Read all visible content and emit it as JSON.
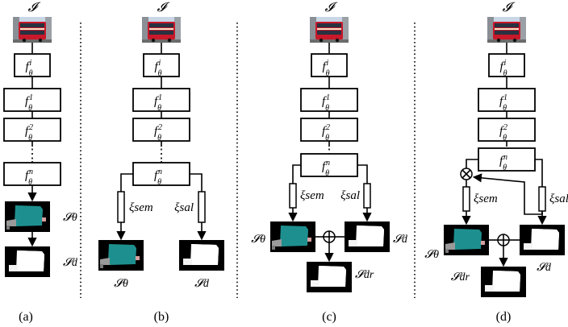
{
  "panels": [
    {
      "caption": "(a)",
      "top_label": "𝓘",
      "blocks": [
        "f_θ^i",
        "f_θ^1",
        "f_θ^2",
        "f_θ^n"
      ],
      "ellipsis": "⋮",
      "outputs": {
        "S_theta": "𝓢θ",
        "S_d": "𝓢d"
      }
    },
    {
      "caption": "(b)",
      "top_label": "𝓘",
      "blocks": [
        "f_θ^i",
        "f_θ^1",
        "f_θ^2",
        "f_θ^n"
      ],
      "ellipsis": "⋮",
      "branches": {
        "xi_sem": "ξsem",
        "xi_sal": "ξsal"
      },
      "outputs": {
        "S_theta": "𝓢θ",
        "S_d": "𝓢d"
      }
    },
    {
      "caption": "(c)",
      "top_label": "𝓘",
      "blocks": [
        "f_θ^i",
        "f_θ^1",
        "f_θ^2",
        "f_θ^n"
      ],
      "ellipsis": "⋮",
      "branches": {
        "xi_sem": "ξsem",
        "xi_sal": "ξsal"
      },
      "outputs": {
        "S_theta": "𝓢θ",
        "S_d": "𝓢d",
        "S_dr": "𝓢dr"
      },
      "operator": "⊕"
    },
    {
      "caption": "(d)",
      "top_label": "𝓘",
      "blocks": [
        "f_θ^i",
        "f_θ^1",
        "f_θ^2",
        "f_θ^n"
      ],
      "ellipsis": "⋮",
      "branches": {
        "xi_sem": "ξsem",
        "xi_sal": "ξsal"
      },
      "outputs": {
        "S_theta": "𝓢θ",
        "S_d": "𝓢d",
        "S_dr": "𝓢dr"
      },
      "operators": [
        "⊗",
        "⊕"
      ]
    }
  ],
  "colors": {
    "stroke": "#000000",
    "mask_bg": "#000000",
    "semantic_teal": "#1e8f8f",
    "saliency_white": "#ffffff",
    "bus_red": "#c8182a",
    "sky": "#c9d6e6"
  }
}
